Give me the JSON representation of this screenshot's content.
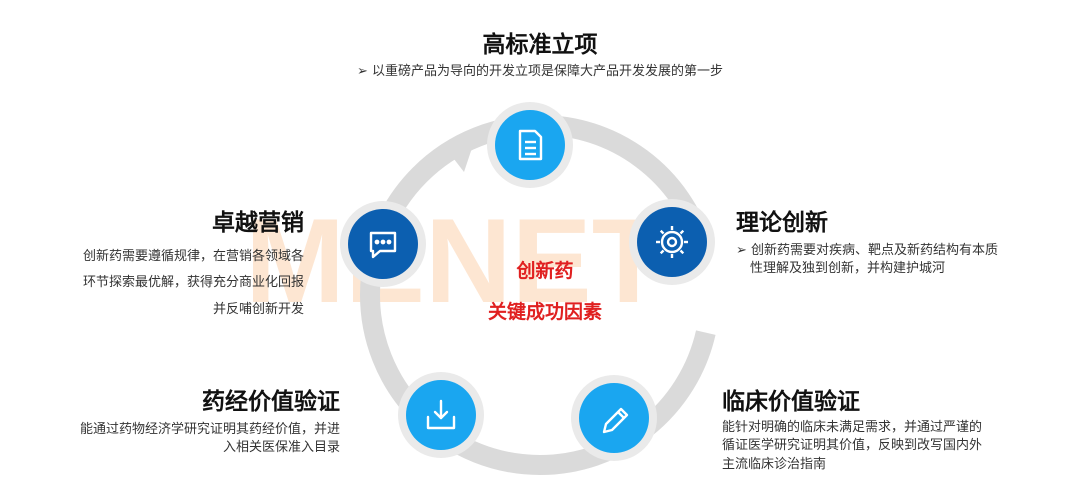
{
  "center": {
    "line1": "创新药",
    "line2": "关键成功因素"
  },
  "watermark": "MENET",
  "colors": {
    "light_blue": "#1aa6f0",
    "dark_blue": "#0c5fb0",
    "ring": "#dadada",
    "accent_red": "#e02020"
  },
  "factors": [
    {
      "id": "high-standard-project",
      "title": "高标准立项",
      "description": [
        "➢ 以重磅产品为导向的开发立项是保障大产品开发发展的第一步"
      ],
      "icon": "document-icon"
    },
    {
      "id": "theory-innovation",
      "title": "理论创新",
      "description": [
        "➢ 创新药需要对疾病、靶点及新药结构有本质",
        "性理解及独到创新，并构建护城河"
      ],
      "icon": "gear-icon"
    },
    {
      "id": "clinical-value",
      "title": "临床价值验证",
      "description": [
        "能针对明确的临床未满足需求，并通过严谨的",
        "循证医学研究证明其价值，反映到改写国内外",
        "主流临床诊治指南"
      ],
      "icon": "pencil-icon"
    },
    {
      "id": "pharmacoeconomic-value",
      "title": "药经价值验证",
      "description": [
        "能通过药物经济学研究证明其药经价值，并进",
        "入相关医保准入目录"
      ],
      "icon": "download-tray-icon"
    },
    {
      "id": "excellent-marketing",
      "title": "卓越营销",
      "description": [
        "创新药需要遵循规律，在营销各领域各",
        "环节探索最优解，获得充分商业化回报",
        "并反哺创新开发"
      ],
      "icon": "chat-icon"
    }
  ]
}
